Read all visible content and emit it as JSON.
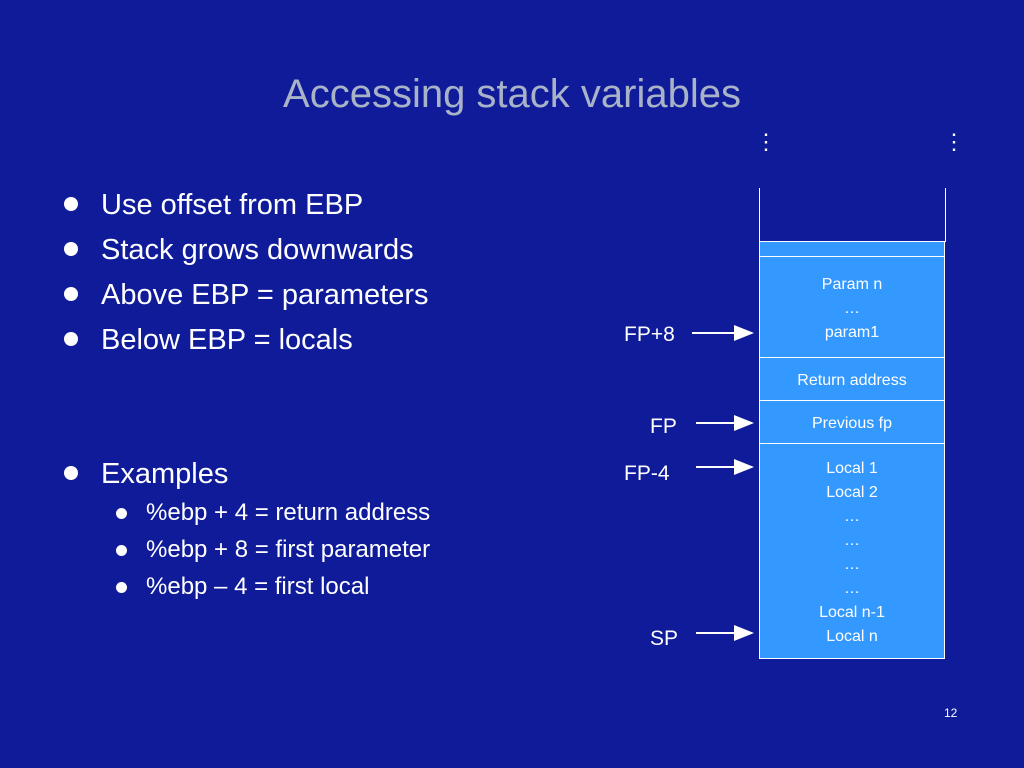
{
  "slide": {
    "title": "Accessing stack variables",
    "page_number": "12"
  },
  "bullets": [
    "Use offset from EBP",
    "Stack grows downwards",
    "Above EBP = parameters",
    "Below EBP = locals"
  ],
  "examples": {
    "heading": "Examples",
    "items": [
      "%ebp + 4 = return address",
      "%ebp + 8 = first parameter",
      "%ebp – 4  = first local"
    ]
  },
  "stack": {
    "params": [
      "Param n",
      "…",
      "param1"
    ],
    "return_address": "Return address",
    "previous_fp": "Previous fp",
    "locals": [
      "Local 1",
      "Local 2",
      "…",
      "…",
      "…",
      "…",
      "Local n-1",
      "Local n"
    ]
  },
  "pointers": {
    "fp_plus_8": "FP+8",
    "fp": "FP",
    "fp_minus_4": "FP-4",
    "sp": "SP"
  },
  "colors": {
    "background": "#0f1b99",
    "title": "#a9b3c8",
    "stack_box": "#3399ff",
    "text": "#ffffff"
  }
}
